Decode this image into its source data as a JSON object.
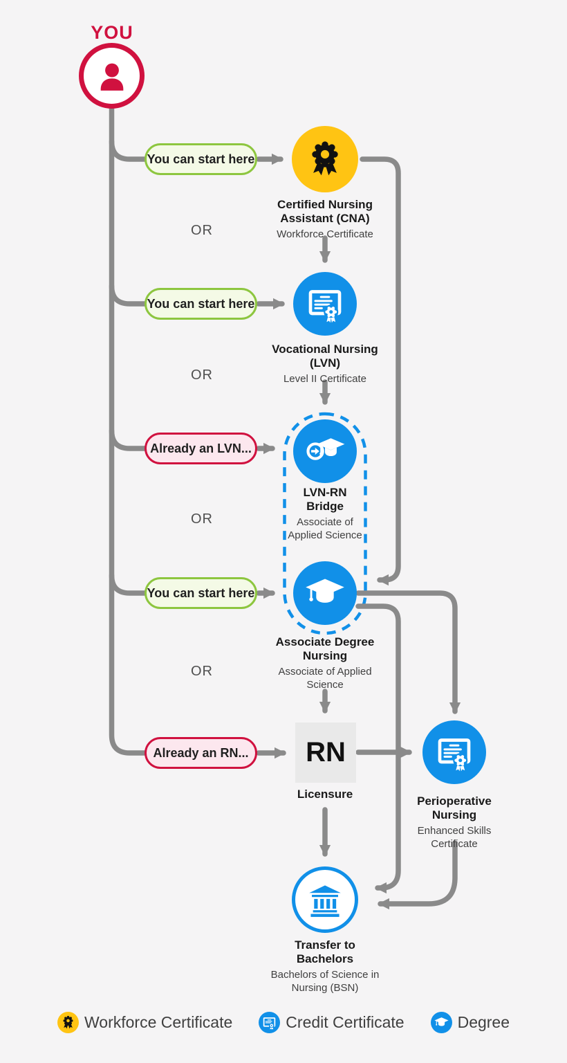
{
  "you": {
    "label": "YOU"
  },
  "or_label": "OR",
  "pills": [
    {
      "label": "You can start here",
      "type": "start"
    },
    {
      "label": "You can start here",
      "type": "start"
    },
    {
      "label": "Already an LVN...",
      "type": "already"
    },
    {
      "label": "You can start here",
      "type": "start"
    },
    {
      "label": "Already an RN...",
      "type": "already"
    }
  ],
  "nodes": {
    "cna": {
      "title": "Certified Nursing Assistant (CNA)",
      "subtitle": "Workforce Certificate",
      "icon": "medal-icon"
    },
    "lvn": {
      "title": "Vocational Nursing (LVN)",
      "subtitle": "Level II Certificate",
      "icon": "certificate-icon"
    },
    "bridge": {
      "title": "LVN-RN Bridge",
      "subtitle": "Associate of Applied Science",
      "icon": "bridge-icon"
    },
    "adn": {
      "title": "Associate Degree Nursing",
      "subtitle": "Associate of Applied Science",
      "icon": "gradcap-icon"
    },
    "rn": {
      "title": "RN",
      "subtitle": "Licensure"
    },
    "perioperative": {
      "title": "Perioperative Nursing",
      "subtitle": "Enhanced Skills Certificate",
      "icon": "certificate-icon"
    },
    "transfer": {
      "title": "Transfer to Bachelors",
      "subtitle": "Bachelors of Science in Nursing (BSN)",
      "icon": "bank-icon"
    }
  },
  "legend": {
    "items": [
      {
        "label": "Workforce Certificate",
        "icon": "medal-icon",
        "swatch": "#FFC413"
      },
      {
        "label": "Credit Certificate",
        "icon": "certificate-icon",
        "swatch": "#1190E8"
      },
      {
        "label": "Degree",
        "icon": "gradcap-icon",
        "swatch": "#1190E8"
      }
    ]
  },
  "colors": {
    "crimson": "#D0113F",
    "green": "#8DC63F",
    "green-fill": "#F4FAE6",
    "pink-fill": "#FCE7EE",
    "blue": "#1190E8",
    "yellow": "#FFC413",
    "arrow": "#8A8A8A",
    "bg": "#F5F4F5",
    "rn-box": "#E9E9E9"
  }
}
